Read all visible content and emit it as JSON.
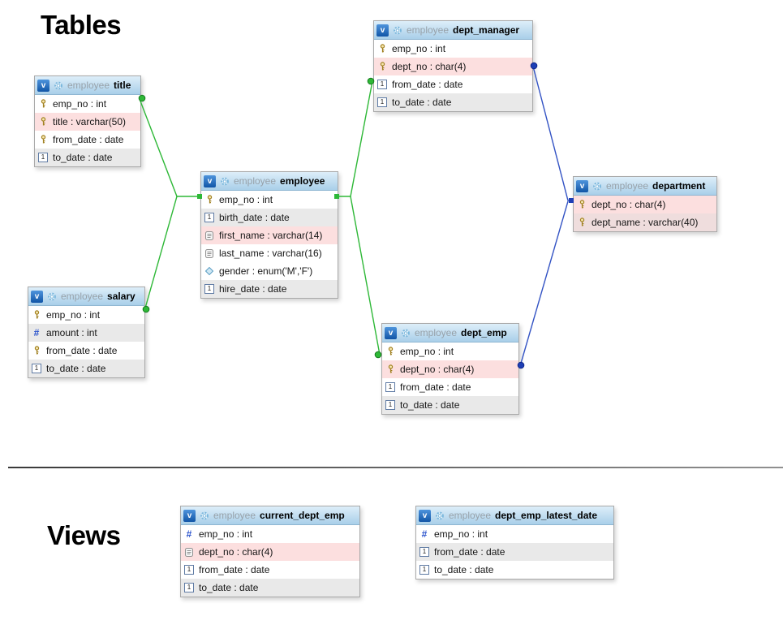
{
  "page": {
    "tables_heading": "Tables",
    "views_heading": "Views"
  },
  "schema": "employee",
  "badge_letter": "v",
  "tables": [
    {
      "id": "title",
      "name": "title",
      "columns": [
        {
          "icon": "key",
          "text": "emp_no : int",
          "bg": "white"
        },
        {
          "icon": "key",
          "text": "title : varchar(50)",
          "bg": "pink"
        },
        {
          "icon": "key",
          "text": "from_date : date",
          "bg": "white"
        },
        {
          "icon": "date",
          "text": "to_date : date",
          "bg": "gray"
        }
      ]
    },
    {
      "id": "employee",
      "name": "employee",
      "columns": [
        {
          "icon": "key",
          "text": "emp_no : int",
          "bg": "white"
        },
        {
          "icon": "date",
          "text": "birth_date : date",
          "bg": "gray"
        },
        {
          "icon": "text",
          "text": "first_name : varchar(14)",
          "bg": "pink"
        },
        {
          "icon": "text",
          "text": "last_name : varchar(16)",
          "bg": "white"
        },
        {
          "icon": "enum",
          "text": "gender : enum('M','F')",
          "bg": "white"
        },
        {
          "icon": "date",
          "text": "hire_date : date",
          "bg": "gray"
        }
      ]
    },
    {
      "id": "dept_manager",
      "name": "dept_manager",
      "columns": [
        {
          "icon": "key",
          "text": "emp_no : int",
          "bg": "white"
        },
        {
          "icon": "key",
          "text": "dept_no : char(4)",
          "bg": "pink"
        },
        {
          "icon": "date",
          "text": "from_date : date",
          "bg": "white"
        },
        {
          "icon": "date",
          "text": "to_date : date",
          "bg": "gray"
        }
      ]
    },
    {
      "id": "department",
      "name": "department",
      "columns": [
        {
          "icon": "key",
          "text": "dept_no : char(4)",
          "bg": "pink"
        },
        {
          "icon": "key",
          "text": "dept_name : varchar(40)",
          "bg": "pinkgray"
        }
      ]
    },
    {
      "id": "salary",
      "name": "salary",
      "columns": [
        {
          "icon": "key",
          "text": "emp_no : int",
          "bg": "white"
        },
        {
          "icon": "num",
          "text": "amount : int",
          "bg": "gray"
        },
        {
          "icon": "key",
          "text": "from_date : date",
          "bg": "white"
        },
        {
          "icon": "date",
          "text": "to_date : date",
          "bg": "gray"
        }
      ]
    },
    {
      "id": "dept_emp",
      "name": "dept_emp",
      "columns": [
        {
          "icon": "key",
          "text": "emp_no : int",
          "bg": "white"
        },
        {
          "icon": "key",
          "text": "dept_no : char(4)",
          "bg": "pink"
        },
        {
          "icon": "date",
          "text": "from_date : date",
          "bg": "white"
        },
        {
          "icon": "date",
          "text": "to_date : date",
          "bg": "gray"
        }
      ]
    }
  ],
  "views": [
    {
      "id": "current_dept_emp",
      "name": "current_dept_emp",
      "columns": [
        {
          "icon": "num",
          "text": "emp_no : int",
          "bg": "white"
        },
        {
          "icon": "text",
          "text": "dept_no : char(4)",
          "bg": "pink"
        },
        {
          "icon": "date",
          "text": "from_date : date",
          "bg": "white"
        },
        {
          "icon": "date",
          "text": "to_date : date",
          "bg": "gray"
        }
      ]
    },
    {
      "id": "dept_emp_latest_date",
      "name": "dept_emp_latest_date",
      "columns": [
        {
          "icon": "num",
          "text": "emp_no : int",
          "bg": "white"
        },
        {
          "icon": "date",
          "text": "from_date : date",
          "bg": "gray"
        },
        {
          "icon": "date",
          "text": "to_date : date",
          "bg": "white"
        }
      ]
    }
  ],
  "connectors": [
    {
      "from": "title",
      "to": "employee",
      "color": "green"
    },
    {
      "from": "salary",
      "to": "employee",
      "color": "green"
    },
    {
      "from": "employee",
      "to": "dept_manager",
      "color": "green"
    },
    {
      "from": "employee",
      "to": "dept_emp",
      "color": "green"
    },
    {
      "from": "dept_manager",
      "to": "department",
      "color": "blue"
    },
    {
      "from": "dept_emp",
      "to": "department",
      "color": "blue"
    }
  ],
  "colors": {
    "green_line": "#2eb837",
    "green_dot": "#2eb837",
    "green_dot_edge": "#157a1e",
    "blue_line": "#3353c4",
    "blue_dot": "#1e3fb5",
    "blue_dot_edge": "#12288a",
    "header_top": "#ddeef9",
    "header_bottom": "#a9cfe9",
    "row_gray": "#e9e9e9",
    "row_pink": "#fcdfdf",
    "row_pinkgray": "#efdddd"
  }
}
